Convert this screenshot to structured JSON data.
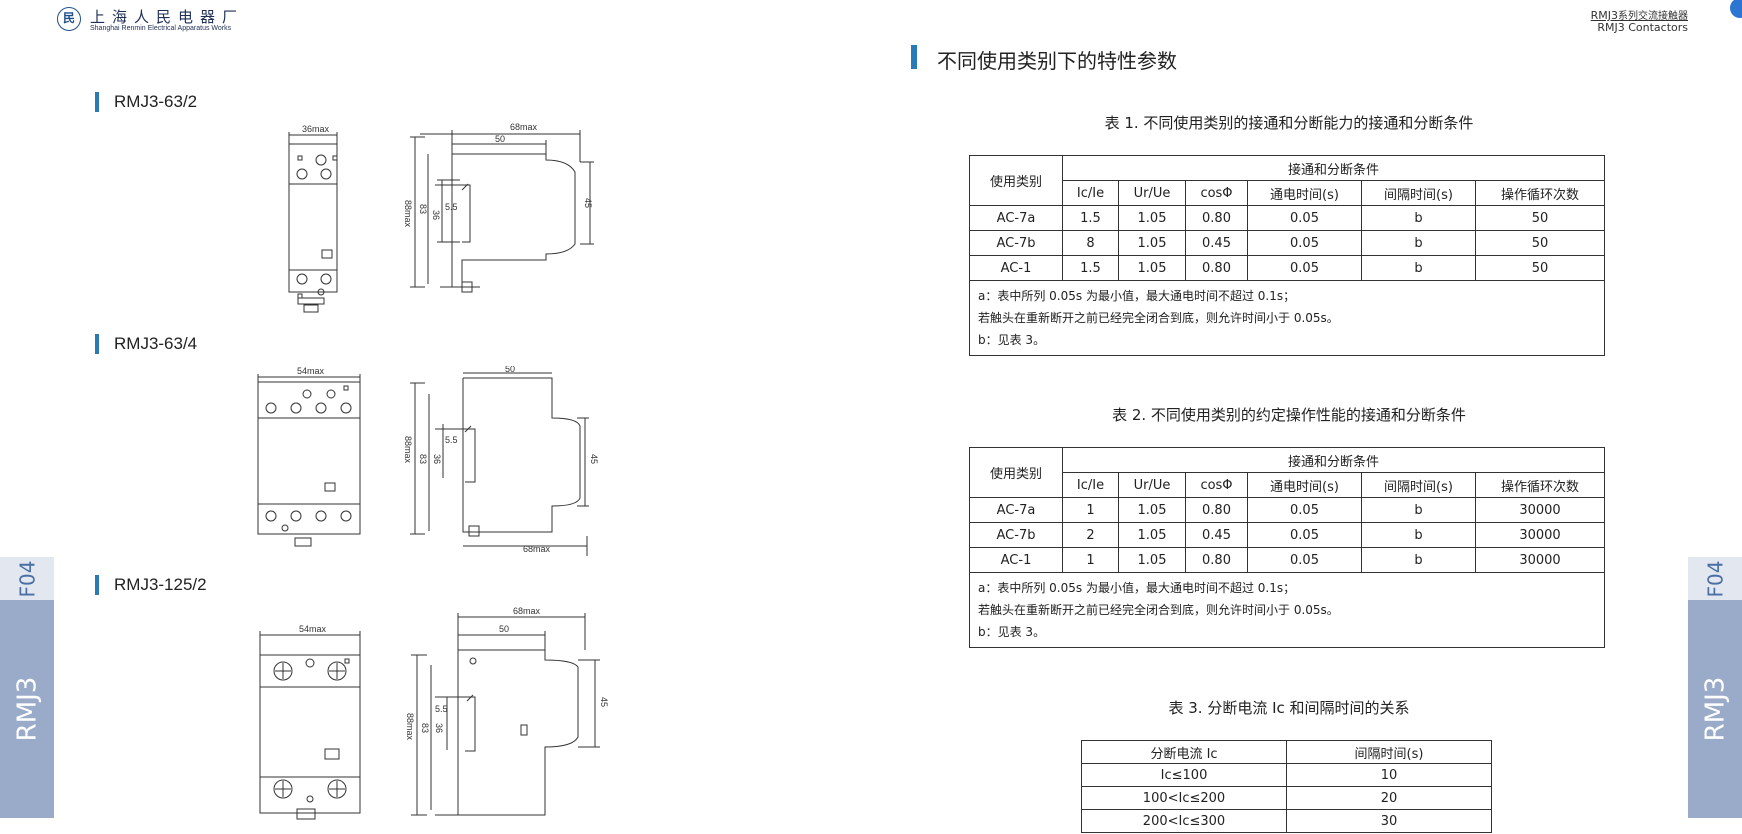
{
  "header": {
    "logo_symbol": "民",
    "company_cn": "上海人民电器厂",
    "company_en": "Shanghai Renmin Electrical Apparatus Works",
    "series_code": "RMJ3",
    "series_cn": "系列交流接触器",
    "series_en": "RMJ3 Contactors"
  },
  "side_tab": {
    "page_code": "F04",
    "product": "RMJ3"
  },
  "left": {
    "models": [
      {
        "name": "RMJ3-63/2",
        "front_width": "36max",
        "side_depth": "68max",
        "side_inner": "50",
        "height_max": "88max",
        "h83": "83",
        "h36": "36",
        "d55": "5.5",
        "h45": "45"
      },
      {
        "name": "RMJ3-63/4",
        "front_width": "54max",
        "side_depth": "68max",
        "side_inner": "50",
        "height_max": "88max",
        "h83": "83",
        "h36": "36",
        "d55": "5.5",
        "h45": "45"
      },
      {
        "name": "RMJ3-125/2",
        "front_width": "54max",
        "side_depth": "68max",
        "side_inner": "50",
        "height_max": "88max",
        "h83": "83",
        "h36": "36",
        "d55": "5.5",
        "h45": "45"
      }
    ]
  },
  "right": {
    "title": "不同使用类别下的特性参数",
    "table1": {
      "caption": "表 1. 不同使用类别的接通和分断能力的接通和分断条件",
      "col_category": "使用类别",
      "group_header": "接通和分断条件",
      "headers": [
        "Ic/Ie",
        "Ur/Ue",
        "cosΦ",
        "通电时间(s)",
        "间隔时间(s)",
        "操作循环次数"
      ],
      "rows": [
        [
          "AC-7a",
          "1.5",
          "1.05",
          "0.80",
          "0.05",
          "b",
          "50"
        ],
        [
          "AC-7b",
          "8",
          "1.05",
          "0.45",
          "0.05",
          "b",
          "50"
        ],
        [
          "AC-1",
          "1.5",
          "1.05",
          "0.80",
          "0.05",
          "b",
          "50"
        ]
      ],
      "notes": [
        "a：表中所列 0.05s 为最小值，最大通电时间不超过 0.1s；",
        "若触头在重新断开之前已经完全闭合到底，则允许时间小于 0.05s。",
        "b：见表 3。"
      ]
    },
    "table2": {
      "caption": "表 2. 不同使用类别的约定操作性能的接通和分断条件",
      "col_category": "使用类别",
      "group_header": "接通和分断条件",
      "headers": [
        "Ic/Ie",
        "Ur/Ue",
        "cosΦ",
        "通电时间(s)",
        "间隔时间(s)",
        "操作循环次数"
      ],
      "rows": [
        [
          "AC-7a",
          "1",
          "1.05",
          "0.80",
          "0.05",
          "b",
          "30000"
        ],
        [
          "AC-7b",
          "2",
          "1.05",
          "0.45",
          "0.05",
          "b",
          "30000"
        ],
        [
          "AC-1",
          "1",
          "1.05",
          "0.80",
          "0.05",
          "b",
          "30000"
        ]
      ],
      "notes": [
        "a：表中所列 0.05s 为最小值，最大通电时间不超过 0.1s；",
        "若触头在重新断开之前已经完全闭合到底，则允许时间小于 0.05s。",
        "b：见表 3。"
      ]
    },
    "table3": {
      "caption": "表 3. 分断电流 Ic 和间隔时间的关系",
      "headers": [
        "分断电流 Ic",
        "间隔时间(s)"
      ],
      "rows": [
        [
          "Ic≤100",
          "10"
        ],
        [
          "100<Ic≤200",
          "20"
        ],
        [
          "200<Ic≤300",
          "30"
        ]
      ]
    }
  }
}
